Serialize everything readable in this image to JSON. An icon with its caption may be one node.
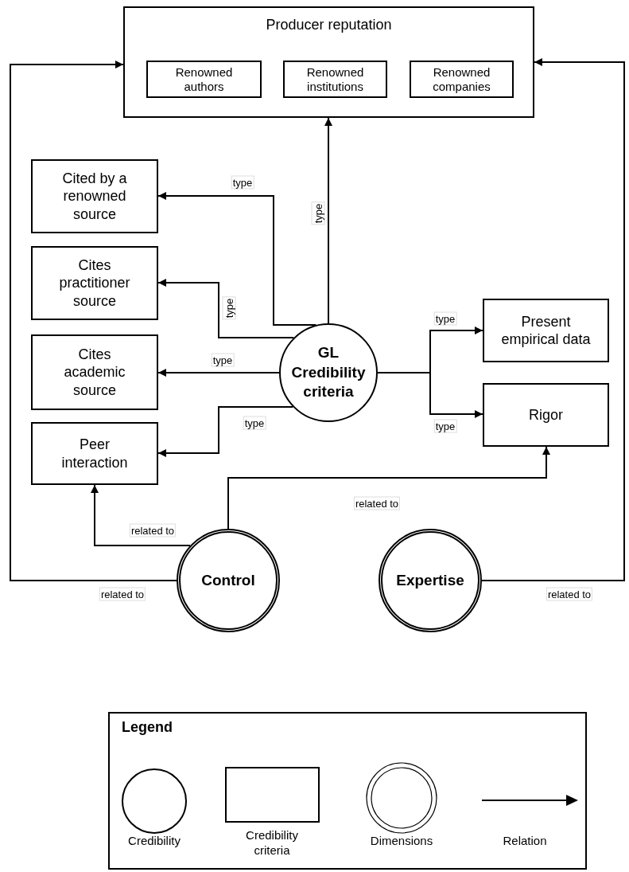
{
  "diagram": {
    "nodes": [
      {
        "text": [
          "Producer reputation"
        ]
      },
      {
        "text": [
          "Renowned authors"
        ],
        "in": 0
      },
      {
        "text": [
          "Renowned institutions"
        ],
        "in": 0
      },
      {
        "text": [
          "Renowned companies"
        ],
        "in": 0
      },
      {
        "text": [
          "Cited by a renowned source"
        ]
      },
      {
        "text": [
          "Cites practitioner source"
        ]
      },
      {
        "text": [
          "Cites academic source"
        ]
      },
      {
        "text": [
          "Peer interaction"
        ]
      },
      {
        "text": [
          "GL Credibility criteria"
        ]
      },
      {
        "text": [
          "Present empirical data"
        ]
      },
      {
        "text": [
          "Rigor"
        ]
      },
      {
        "text": [
          "Control"
        ]
      },
      {
        "text": [
          "Expertise"
        ]
      }
    ],
    "edges": [
      {
        "from": 8,
        "to": 0,
        "arrow": "to",
        "label": "type"
      },
      {
        "from": 8,
        "to": 4,
        "arrow": "to",
        "label": "type"
      },
      {
        "from": 8,
        "to": 5,
        "arrow": "to",
        "label": "type"
      },
      {
        "from": 8,
        "to": 6,
        "arrow": "to",
        "label": "type"
      },
      {
        "from": 8,
        "to": 7,
        "arrow": "to",
        "label": "type"
      },
      {
        "from": 8,
        "to": 9,
        "arrow": "to",
        "label": "type"
      },
      {
        "from": 8,
        "to": 10,
        "arrow": "to",
        "label": "type"
      },
      {
        "from": 11,
        "to": 7,
        "arrow": "to",
        "label": "related to"
      },
      {
        "from": 11,
        "to": 10,
        "arrow": "to",
        "label": "related to"
      },
      {
        "from": 11,
        "to": 0,
        "arrow": "to",
        "label": "related to"
      },
      {
        "from": 12,
        "to": 0,
        "arrow": "to",
        "label": "related to"
      }
    ],
    "labels": [
      "Legend"
    ],
    "legend": [
      {
        "text": "Credibility"
      },
      {
        "text": "Credibility criteria"
      },
      {
        "text": "Dimensions"
      },
      {
        "text": "Relation"
      }
    ]
  }
}
